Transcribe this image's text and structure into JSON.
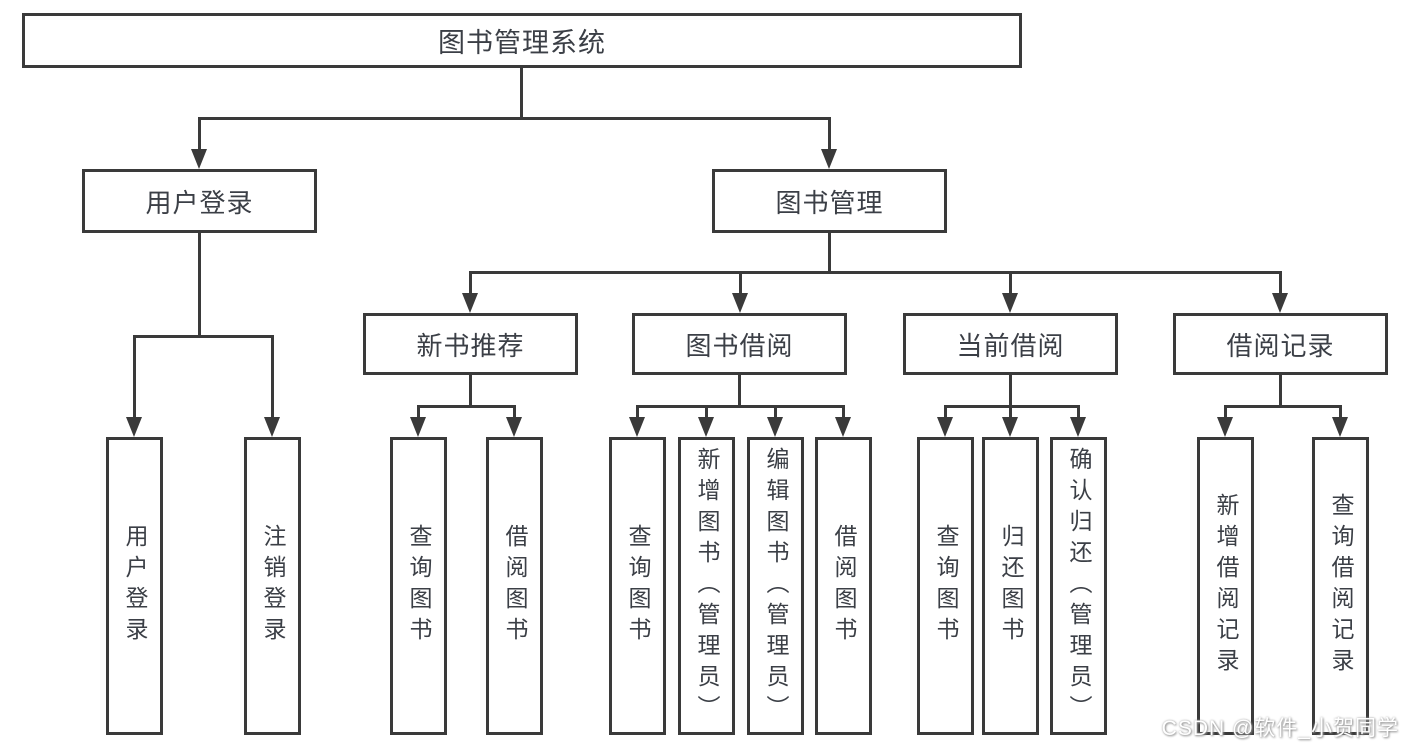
{
  "watermark": "CSDN @软件_小贺同学",
  "colors": {
    "line": "#3a3a3a",
    "text": "#3b3f46",
    "background": "#ffffff"
  },
  "tree": {
    "root": "图书管理系统",
    "branches": [
      {
        "label": "用户登录",
        "children": [
          "用户登录",
          "注销登录"
        ]
      },
      {
        "label": "图书管理",
        "children": [
          {
            "label": "新书推荐",
            "children": [
              "查询图书",
              "借阅图书"
            ]
          },
          {
            "label": "图书借阅",
            "children": [
              "查询图书",
              "新增图书（管理员）",
              "编辑图书（管理员）",
              "借阅图书"
            ]
          },
          {
            "label": "当前借阅",
            "children": [
              "查询图书",
              "归还图书",
              "确认归还（管理员）"
            ]
          },
          {
            "label": "借阅记录",
            "children": [
              "新增借阅记录",
              "查询借阅记录"
            ]
          }
        ]
      }
    ]
  }
}
